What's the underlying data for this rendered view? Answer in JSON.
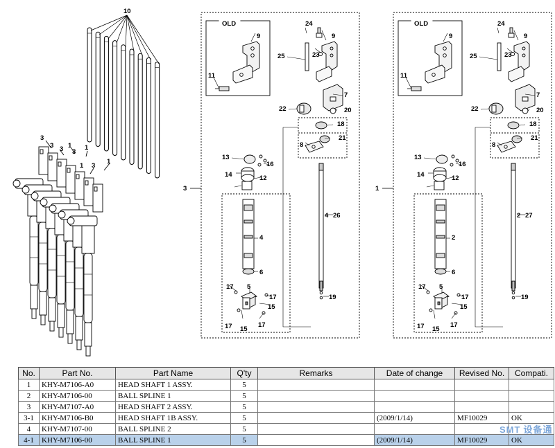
{
  "diagram": {
    "callouts": [
      "10",
      "3",
      "3",
      "3",
      "1",
      "3",
      "1",
      "1",
      "3",
      "1"
    ],
    "panel_a": {
      "old_label": "OLD",
      "parts": [
        "24",
        "9",
        "9",
        "23",
        "25",
        "11",
        "7",
        "22",
        "20",
        "18",
        "8",
        "21",
        "13",
        "16",
        "14",
        "12",
        "4",
        "4",
        "26",
        "6",
        "17",
        "5",
        "17",
        "15",
        "17",
        "15",
        "17",
        "19"
      ],
      "assembly": "3"
    },
    "panel_b": {
      "old_label": "OLD",
      "parts": [
        "24",
        "9",
        "9",
        "23",
        "25",
        "11",
        "7",
        "22",
        "20",
        "18",
        "8",
        "21",
        "13",
        "16",
        "14",
        "12",
        "2",
        "2",
        "27",
        "6",
        "17",
        "5",
        "17",
        "15",
        "17",
        "15",
        "17",
        "19"
      ],
      "assembly": "1"
    }
  },
  "table": {
    "headers": [
      "No.",
      "Part No.",
      "Part Name",
      "Q'ty",
      "Remarks",
      "Date of change",
      "Revised No.",
      "Compati."
    ],
    "rows": [
      [
        "1",
        "KHY-M7106-A0",
        "HEAD SHAFT 1 ASSY.",
        "5",
        "",
        "",
        "",
        ""
      ],
      [
        "2",
        "KHY-M7106-00",
        "BALL SPLINE 1",
        "5",
        "",
        "",
        "",
        ""
      ],
      [
        "3",
        "KHY-M7107-A0",
        "HEAD SHAFT 2 ASSY.",
        "5",
        "",
        "",
        "",
        ""
      ],
      [
        "3-1",
        "KHY-M7106-B0",
        "HEAD SHAFT 1B ASSY.",
        "5",
        "",
        "(2009/1/14)",
        "MF10029",
        "OK"
      ],
      [
        "4",
        "KHY-M7107-00",
        "BALL SPLINE 2",
        "5",
        "",
        "",
        "",
        ""
      ],
      [
        "4-1",
        "KHY-M7106-00",
        "BALL SPLINE 1",
        "5",
        "",
        "(2009/1/14)",
        "MF10029",
        "OK"
      ]
    ]
  },
  "watermark": {
    "main": "SMT",
    "sub": "设备通"
  },
  "colors": {
    "highlight": "#b9d1ea",
    "header_bg": "#e6e6e6",
    "watermark": "#3d74c4"
  }
}
